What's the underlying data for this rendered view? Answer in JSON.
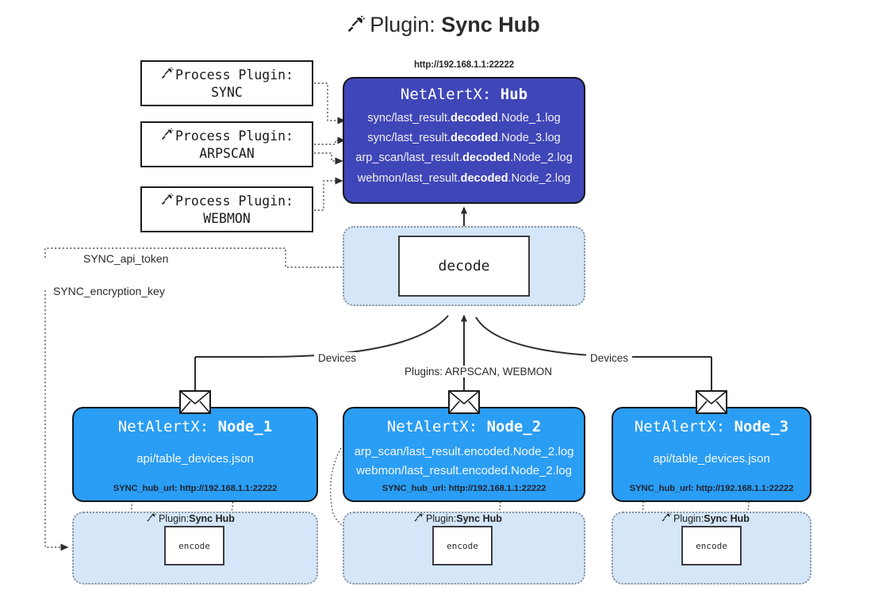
{
  "title": {
    "icon": "plug-icon",
    "prefix": "Plugin: ",
    "name": "Sync Hub"
  },
  "process_plugins": [
    {
      "icon": "plug-icon",
      "line1": "Process Plugin:",
      "line2": "SYNC"
    },
    {
      "icon": "plug-icon",
      "line1": "Process Plugin:",
      "line2": "ARPSCAN"
    },
    {
      "icon": "plug-icon",
      "line1": "Process Plugin:",
      "line2": "WEBMON"
    }
  ],
  "hub": {
    "url": "http://192.168.1.1:22222",
    "title_prefix": "NetAlertX: ",
    "title_name": "Hub",
    "fill_color": "#3f46b8",
    "logs": [
      {
        "pre": "sync/last_result.",
        "mid": "decoded",
        "post": ".Node_1.log"
      },
      {
        "pre": "sync/last_result.",
        "mid": "decoded",
        "post": ".Node_3.log"
      },
      {
        "pre": "arp_scan/last_result.",
        "mid": "decoded",
        "post": ".Node_2.log"
      },
      {
        "pre": "webmon/last_result.",
        "mid": "decoded",
        "post": ".Node_2.log"
      }
    ]
  },
  "decode": {
    "label": "decode",
    "container_color": "#d4e6f8"
  },
  "tokens": {
    "api_token": "SYNC_api_token",
    "encryption_key": "SYNC_encryption_key"
  },
  "edge_labels": {
    "devices_left": "Devices",
    "devices_right": "Devices",
    "plugins_mid": "Plugins: ARPSCAN, WEBMON"
  },
  "nodes": [
    {
      "title_prefix": "NetAlertX: ",
      "title_name": "Node_1",
      "fill_color": "#2a9df4",
      "lines": [
        "api/table_devices.json"
      ],
      "hub_url_label": "SYNC_hub_url: http://192.168.1.1:22222",
      "icon": "envelope-icon"
    },
    {
      "title_prefix": "NetAlertX: ",
      "title_name": "Node_2",
      "fill_color": "#2a9df4",
      "lines": [
        "arp_scan/last_result.encoded.Node_2.log",
        "webmon/last_result.encoded.Node_2.log"
      ],
      "hub_url_label": "SYNC_hub_url: http://192.168.1.1:22222",
      "icon": "envelope-icon"
    },
    {
      "title_prefix": "NetAlertX: ",
      "title_name": "Node_3",
      "fill_color": "#2a9df4",
      "lines": [
        "api/table_devices.json"
      ],
      "hub_url_label": "SYNC_hub_url: http://192.168.1.1:22222",
      "icon": "envelope-icon"
    }
  ],
  "encode_groups": [
    {
      "caption_prefix": "Plugin: ",
      "caption_name": "Sync Hub",
      "box_label": "encode",
      "icon": "plug-icon"
    },
    {
      "caption_prefix": "Plugin: ",
      "caption_name": "Sync Hub",
      "box_label": "encode",
      "icon": "plug-icon"
    },
    {
      "caption_prefix": "Plugin: ",
      "caption_name": "Sync Hub",
      "box_label": "encode",
      "icon": "plug-icon"
    }
  ]
}
